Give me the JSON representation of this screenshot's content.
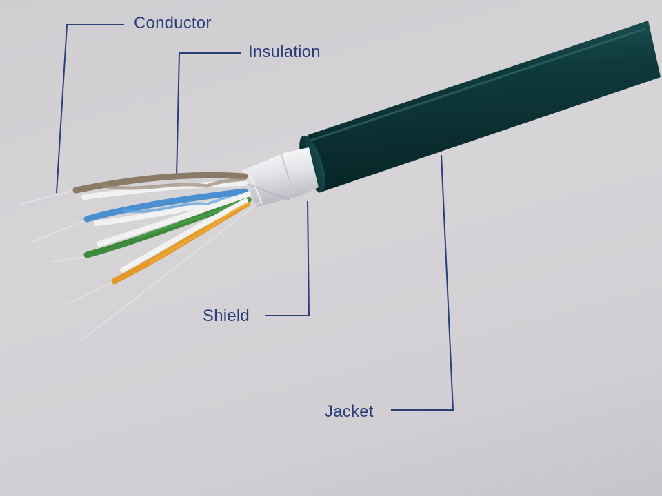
{
  "labels": {
    "conductor": "Conductor",
    "insulation": "Insulation",
    "shield": "Shield",
    "jacket": "Jacket"
  },
  "colors": {
    "label_text": "#2b3e78",
    "leader_line": "#2b3e78",
    "jacket": "#0f3a3c",
    "shield_foil": "#e8e6ea",
    "pair_brown": "#8a7a66",
    "pair_blue": "#4a8fd0",
    "pair_green": "#3e8a3c",
    "pair_orange": "#e39a2a",
    "stripe_white": "#f2f2f2",
    "drain_wire": "#d8d8dc"
  }
}
